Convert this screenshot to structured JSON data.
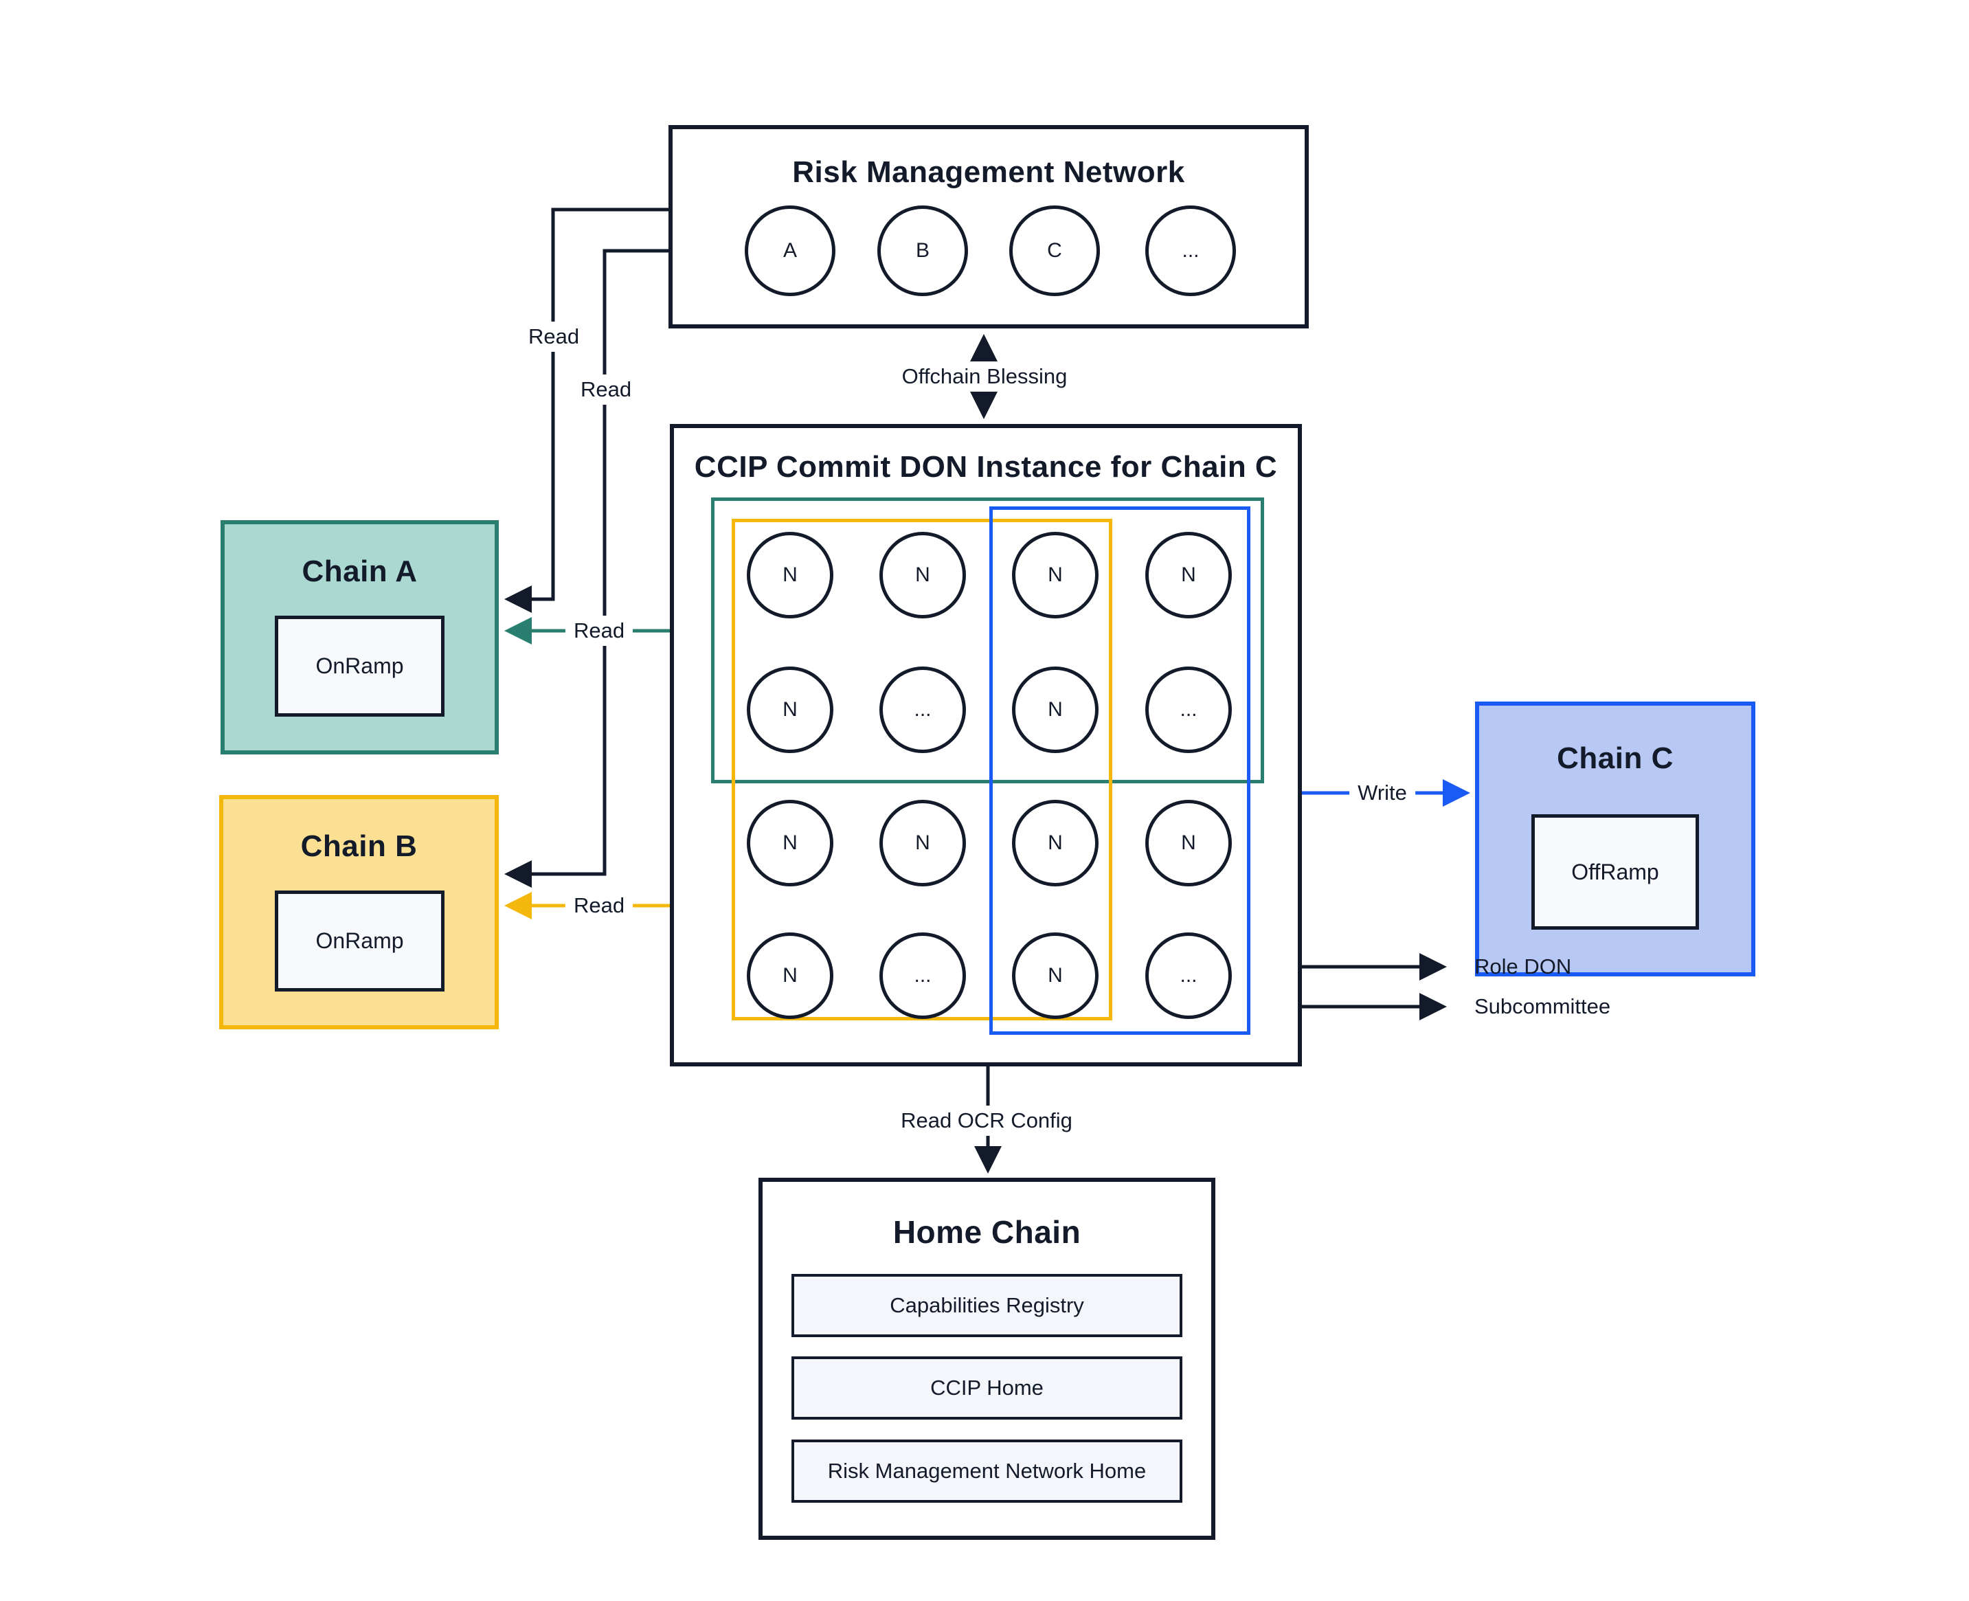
{
  "diagram_title": "CCIP Commit DON architecture",
  "risk_management_network": {
    "title": "Risk Management Network",
    "nodes": [
      "A",
      "B",
      "C",
      "..."
    ]
  },
  "commit_don": {
    "title": "CCIP Commit DON Instance for Chain C",
    "grid": [
      [
        "N",
        "N",
        "N",
        "N"
      ],
      [
        "N",
        "...",
        "N",
        "..."
      ],
      [
        "N",
        "N",
        "N",
        "N"
      ],
      [
        "N",
        "...",
        "N",
        "..."
      ]
    ]
  },
  "chain_a": {
    "title": "Chain A",
    "contract": "OnRamp"
  },
  "chain_b": {
    "title": "Chain B",
    "contract": "OnRamp"
  },
  "chain_c": {
    "title": "Chain C",
    "contract": "OffRamp"
  },
  "home_chain": {
    "title": "Home Chain",
    "contracts": [
      "Capabilities Registry",
      "CCIP Home",
      "Risk Management Network Home"
    ]
  },
  "labels": {
    "read_rmn_to_a": "Read",
    "read_rmn_to_b": "Read",
    "read_don_to_a": "Read",
    "read_don_to_b": "Read",
    "offchain_blessing": "Offchain Blessing",
    "write": "Write",
    "read_ocr_config": "Read OCR Config",
    "role_don": "Role DON",
    "subcommittee": "Subcommittee"
  },
  "colors": {
    "ink": "#131b2b",
    "teal_border": "#2a7e70",
    "teal_fill": "#abd9d2",
    "yellow_border": "#f4b70c",
    "yellow_fill": "#fbdf92",
    "blue_border": "#1a5af5",
    "blue_fill": "#b8c8f5",
    "contract_fill": "#f8f9fd",
    "home_item_fill": "#f4f6fb",
    "background": "#ffffff"
  }
}
